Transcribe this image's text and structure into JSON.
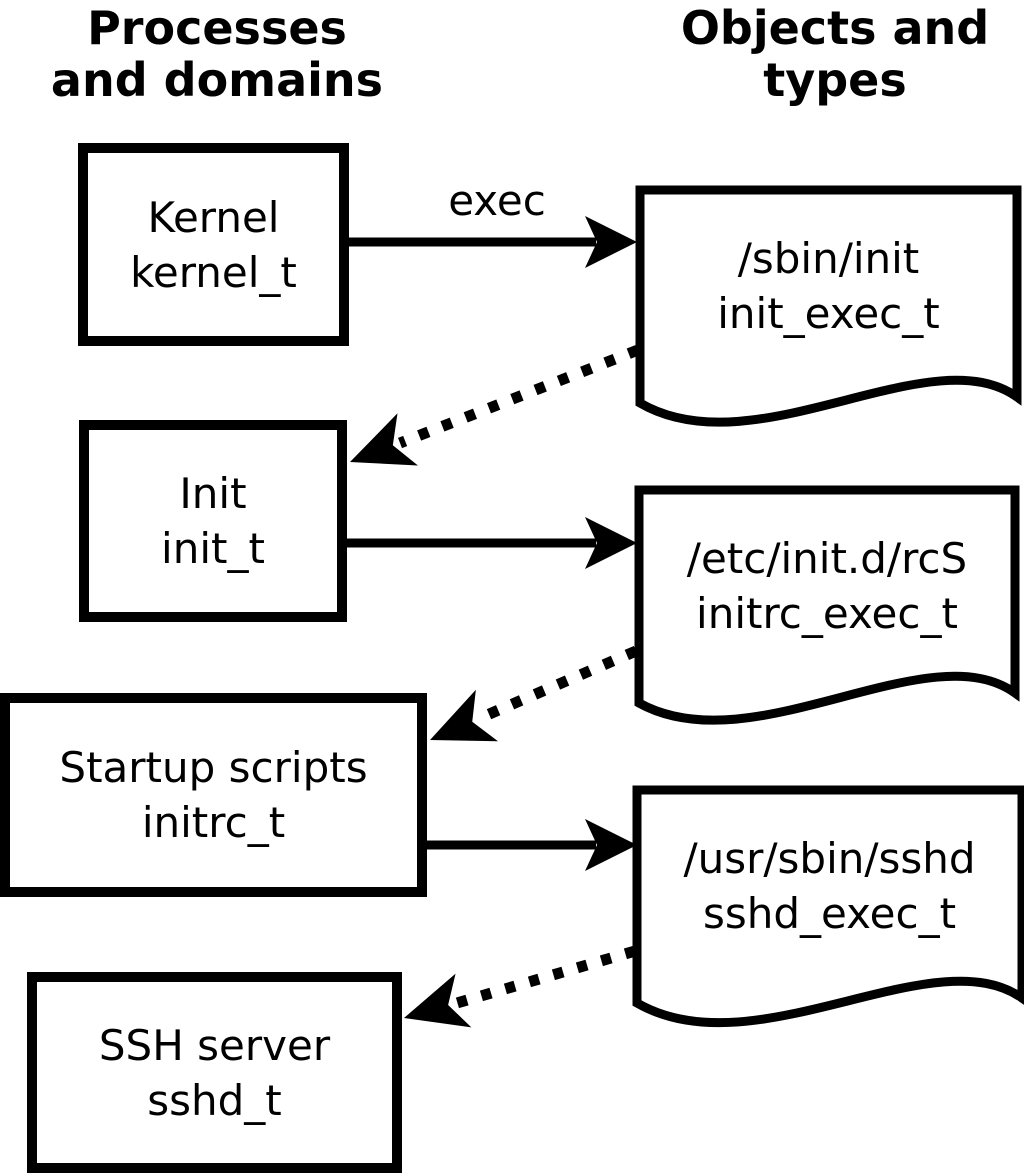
{
  "headers": {
    "processes": "Processes\nand domains",
    "objects": "Objects and\ntypes"
  },
  "nodes": {
    "kernel": {
      "label": "Kernel",
      "type": "kernel_t"
    },
    "init": {
      "label": "Init",
      "type": "init_t"
    },
    "initrc": {
      "label": "Startup scripts",
      "type": "initrc_t"
    },
    "sshd": {
      "label": "SSH server",
      "type": "sshd_t"
    }
  },
  "objects": {
    "init_exec": {
      "path": "/sbin/init",
      "type": "init_exec_t"
    },
    "initrc_exec": {
      "path": "/etc/init.d/rcS",
      "type": "initrc_exec_t"
    },
    "sshd_exec": {
      "path": "/usr/sbin/sshd",
      "type": "sshd_exec_t"
    }
  },
  "edges": {
    "exec_label": "exec"
  },
  "colors": {
    "stroke": "#000000",
    "background": "#ffffff"
  }
}
